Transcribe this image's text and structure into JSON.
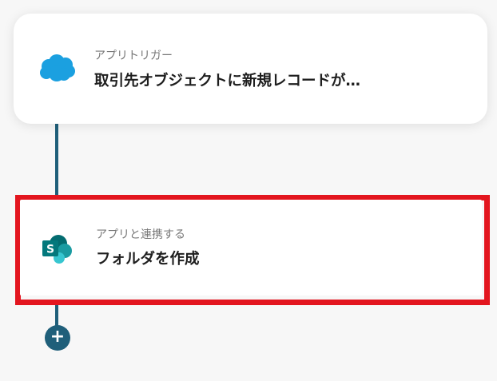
{
  "trigger_card": {
    "subtitle": "アプリトリガー",
    "title": "取引先オブジェクトに新規レコードが…",
    "icon": "salesforce-cloud-icon",
    "icon_color": "#1ba0e0"
  },
  "action_card": {
    "subtitle": "アプリと連携する",
    "title": "フォルダを作成",
    "icon": "sharepoint-icon",
    "icon_color": "#036c70"
  },
  "add_step": {
    "label": "+",
    "icon": "plus-icon"
  },
  "colors": {
    "connector": "#1f5f7a",
    "highlight": "#e3161f",
    "background": "#f7f7f7"
  }
}
